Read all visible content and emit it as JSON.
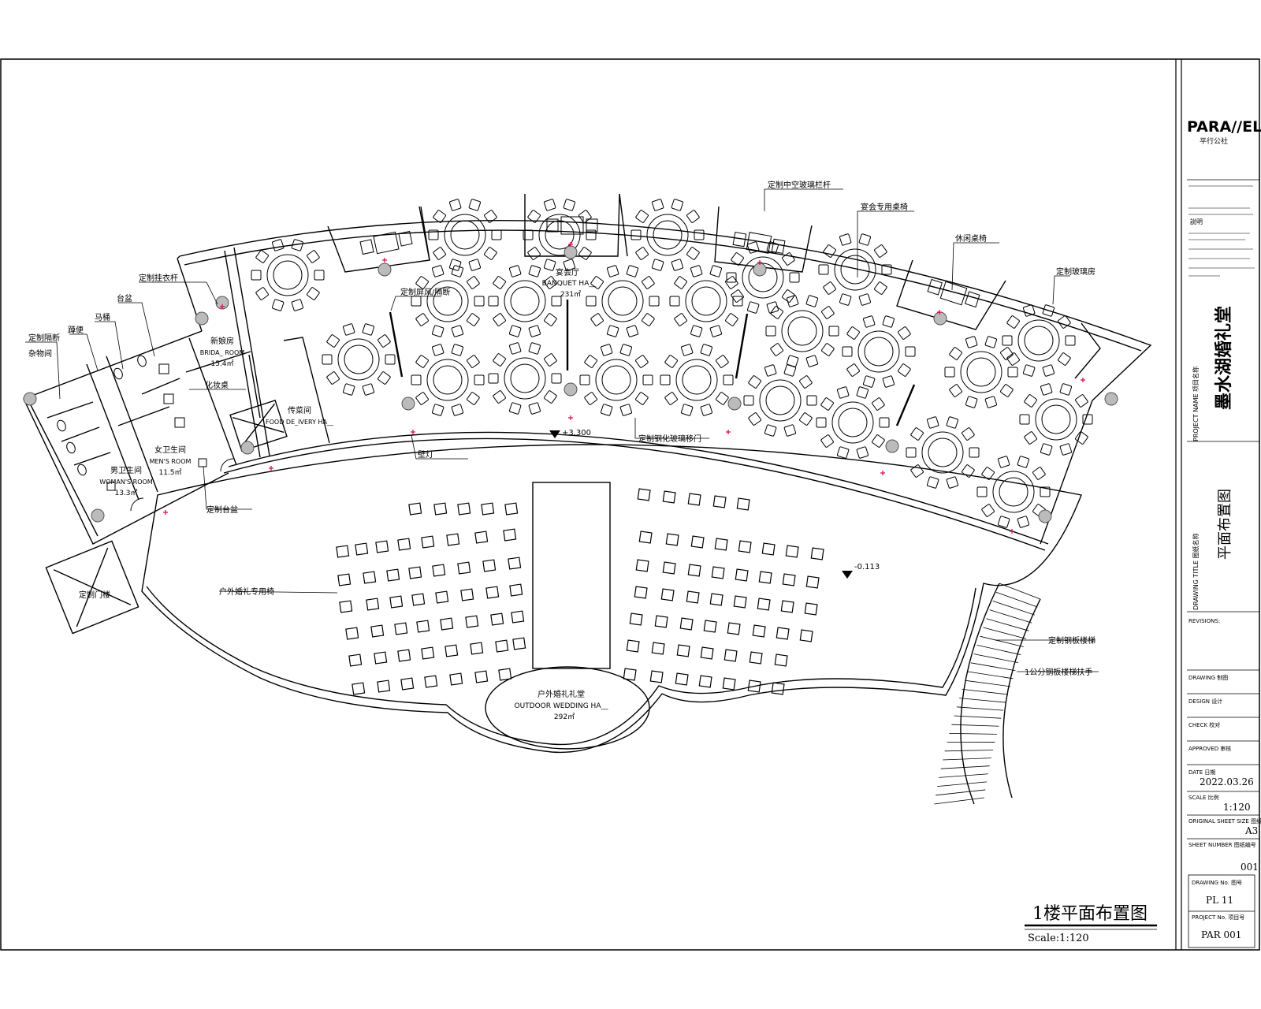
{
  "brand": {
    "logo_text": "PARA//EL",
    "logo_sub": "平行公社"
  },
  "title_block": {
    "note_header": "説明",
    "project_name": "墨水湖婚礼堂",
    "project_name_label": "PROJECT NAME 项目名称",
    "drawing_title": "平面布置图",
    "drawing_title_label": "DRAWING TITLE 图纸名称",
    "revisions_label": "REVISIONS:",
    "drawing_label": "DRAWING 制图",
    "design_label": "DESIGN 设计",
    "check_label": "CHECK 校对",
    "approved_label": "APPROVED 审核",
    "date_label": "DATE 日期",
    "date": "2022.03.26",
    "scale_label": "SCALE 比例",
    "scale": "1:120",
    "sheet_size_label": "ORIGINAL SHEET SIZE 图纸规格",
    "sheet_size": "A3",
    "sheet_number_label": "SHEET NUMBER 图纸编号",
    "sheet_number": "001",
    "drawing_no_label": "DRAWING No. 图号",
    "drawing_no": "PL 11",
    "project_no_label": "PROJECT No. 项目号",
    "project_no": "PAR 001"
  },
  "plan_title": {
    "text": "1楼平面布置图",
    "scale": "Scale:1:120"
  },
  "rooms": {
    "banquet": {
      "cn": "宴会厅",
      "en": "BANQUET HA__",
      "area": "231㎡"
    },
    "bridal": {
      "cn": "新娘房",
      "en": "BRIDA_ ROOM",
      "area": "15.4㎡"
    },
    "food": {
      "cn": "传菜间",
      "en": "FOOD DE_IVERY HA__"
    },
    "mens": {
      "cn": "女卫生间",
      "en": "MEN'S ROOM",
      "area": "11.5㎡"
    },
    "womans": {
      "cn": "男卫生间",
      "en": "WOMAN'S ROOM",
      "area": "13.3㎡"
    },
    "outdoor": {
      "cn": "户外婚礼礼堂",
      "en": "OUTDOOR WEDDING HA__",
      "area": "292㎡"
    }
  },
  "annotations": {
    "rail": "定制中空玻璃栏杆",
    "banquet_table": "宴会专用桌椅",
    "leisure_table": "休闲桌椅",
    "glass_room": "定制玻璃房",
    "screen": "定制屏风/隔断",
    "coat_rail": "定制挂衣杆",
    "basin": "台盆",
    "toilet": "马桶",
    "urinal": "蹲便",
    "cabinet": "定制隔断",
    "storage": "杂物间",
    "dressing": "化妆桌",
    "sconce": "壁灯",
    "glass_door": "定制钢化玻璃移门",
    "custom_basin": "定制台盆",
    "outdoor_chair": "户外婚礼专用椅",
    "door_box": "定制门楼",
    "stair": "定制钢板楼梯",
    "stair_rail": "1公分钢板楼梯扶手",
    "level_indoor": "+3.300",
    "level_outdoor": "-0.113"
  }
}
